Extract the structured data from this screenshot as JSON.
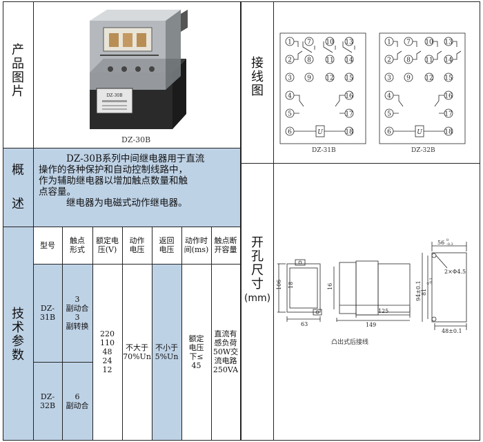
{
  "sections": {
    "product_picture": [
      "产",
      "品",
      "图",
      "片"
    ],
    "overview": [
      "概",
      "述"
    ],
    "tech_params": [
      "技",
      "术",
      "参",
      "数"
    ],
    "wiring": [
      "接",
      "线",
      "图"
    ],
    "cutout": [
      "开",
      "孔",
      "尺",
      "寸"
    ],
    "cutout_unit": "(mm)"
  },
  "product": {
    "device_label": "DZ-30B",
    "caption": "DZ-30B"
  },
  "overview": {
    "lines": [
      "DZ-30B系列中间继电器用于直流",
      "操作的各种保护和自动控制线路中，",
      "作为辅助继电器以增加触点数量和触",
      "点容量。",
      "继电器为电磁式动作继电器。"
    ]
  },
  "table": {
    "headers": [
      "型号",
      "触点形式",
      "额定电压(V)",
      "动作电压",
      "返回电压",
      "动作时间(ms)",
      "触点断开容量"
    ],
    "rows": [
      {
        "model": "DZ-31B",
        "contacts": "3\n副动合\n3\n副转换"
      },
      {
        "model": "DZ-32B",
        "contacts": "6\n副动合"
      }
    ],
    "rated_voltage": "220\n110\n48\n24\n12",
    "action_voltage": "不大于\n70%Un",
    "return_voltage": "不小于\n5%Un",
    "action_time": "额定\n电压\n下≤\n45",
    "breaking_capacity": "直流有\n感负荷\n50W交\n流电路\n250VA"
  },
  "wiring": {
    "left_caption": "DZ-31B",
    "right_caption": "DZ-32B",
    "coil_symbol": "U"
  },
  "cutout": {
    "caption": "凸出式后接线",
    "dims": {
      "h106": "106",
      "h18": "18",
      "w63": "63",
      "h16": "16",
      "w125": "125",
      "w149": "149",
      "w56": "56",
      "w56_tol": "-0.3",
      "w56_tol_up": "0",
      "holes": "2×Φ4.5",
      "h94": "94±0.1",
      "h81": "81",
      "h81_tol": "-0.3",
      "h81_tol_up": "0",
      "w48": "48±0.1"
    }
  }
}
